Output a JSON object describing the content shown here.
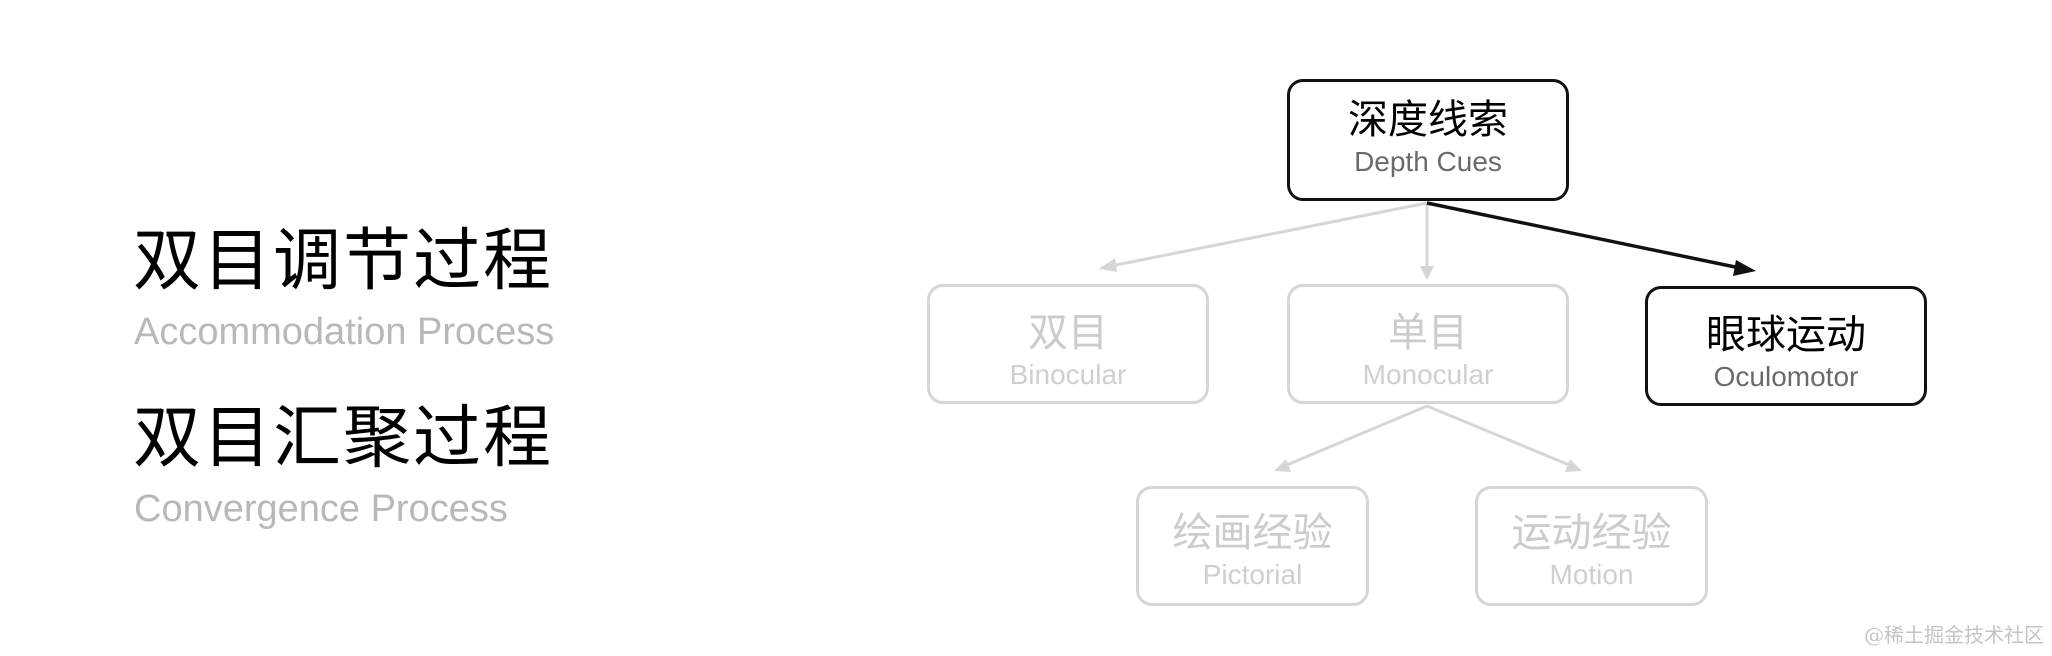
{
  "left_panel": {
    "item1": {
      "title": "双目调节过程",
      "subtitle": "Accommodation Process"
    },
    "item2": {
      "title": "双目汇聚过程",
      "subtitle": "Convergence Process"
    }
  },
  "diagram": {
    "root": {
      "title": "深度线索",
      "subtitle": "Depth Cues",
      "state": "active"
    },
    "binocular": {
      "title": "双目",
      "subtitle": "Binocular",
      "state": "inactive"
    },
    "monocular": {
      "title": "单目",
      "subtitle": "Monocular",
      "state": "inactive"
    },
    "oculomotor": {
      "title": "眼球运动",
      "subtitle": "Oculomotor",
      "state": "active"
    },
    "pictorial": {
      "title": "绘画经验",
      "subtitle": "Pictorial",
      "state": "inactive"
    },
    "motion": {
      "title": "运动经验",
      "subtitle": "Motion",
      "state": "inactive"
    },
    "colors": {
      "active": "#111111",
      "inactive": "#d6d6d6"
    }
  },
  "watermark": "@稀土掘金技术社区"
}
